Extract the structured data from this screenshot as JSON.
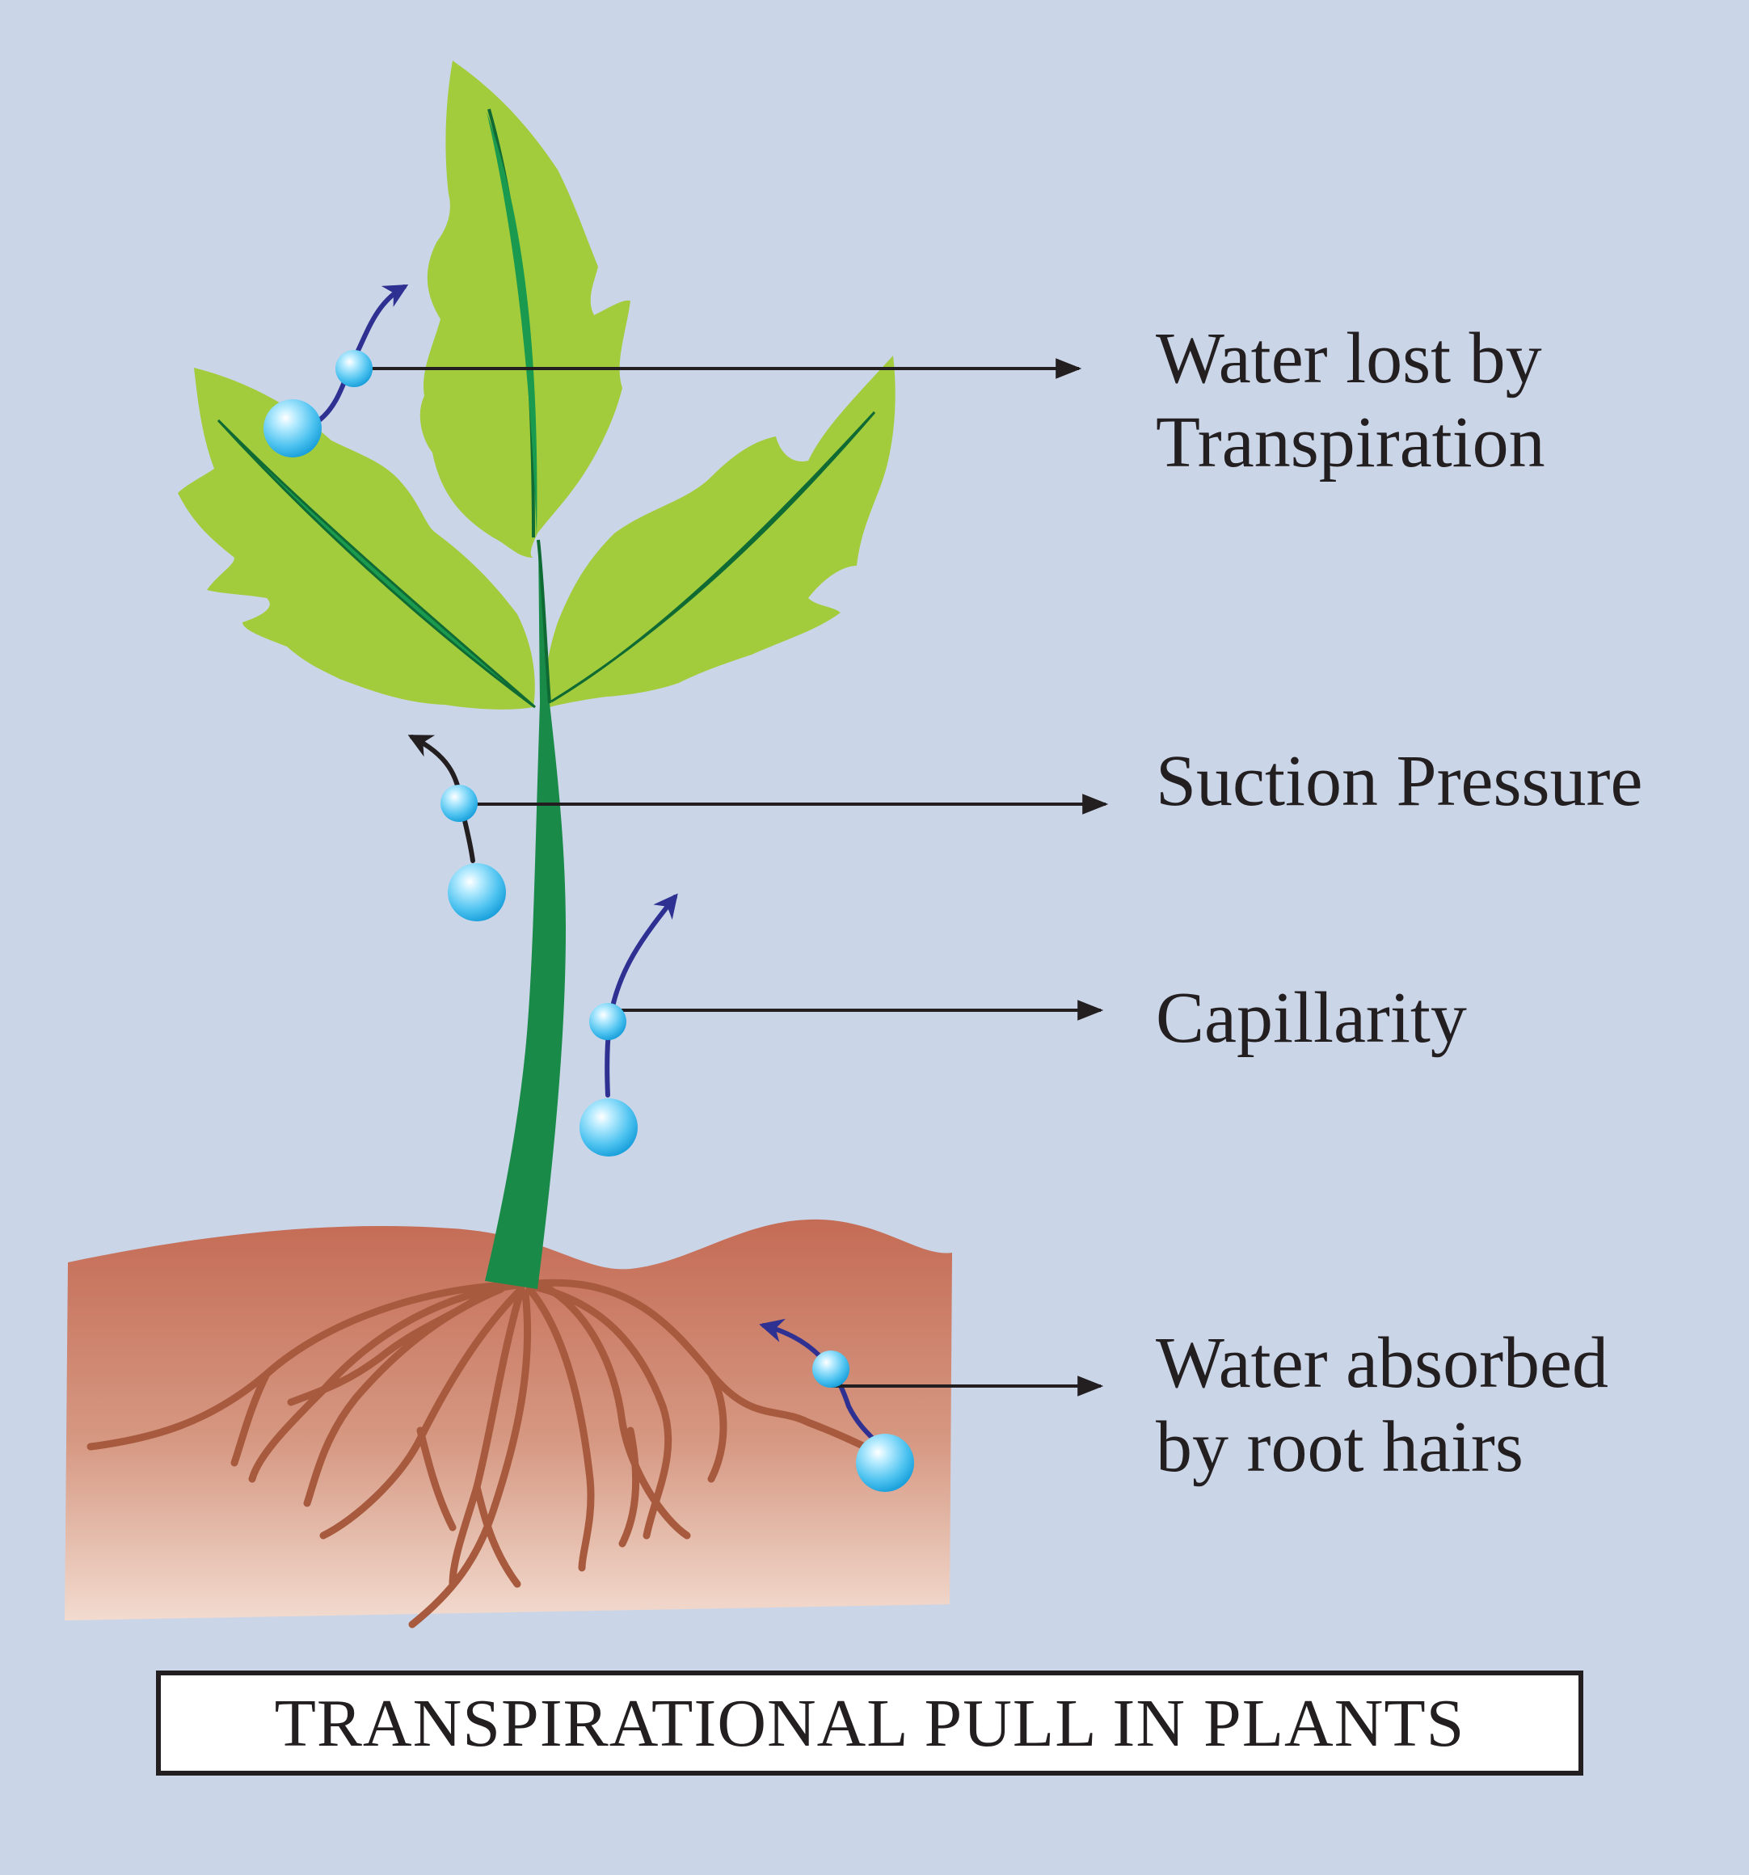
{
  "labels": {
    "transpiration": {
      "line1": "Water lost by",
      "line2": "Transpiration"
    },
    "suction": {
      "line1": "Suction Pressure"
    },
    "capillarity": {
      "line1": "Capillarity"
    },
    "absorption": {
      "line1": "Water absorbed",
      "line2": "by root hairs"
    }
  },
  "title": "TRANSPIRATIONAL PULL IN PLANTS",
  "colors": {
    "background": "#cbd5e8",
    "leaf": "#a3cc3c",
    "leaf_vein": "#1a9a4e",
    "stem": "#198a48",
    "soil_top": "#c46b55",
    "soil_bottom": "#f1d8cc",
    "root": "#a85a3e",
    "water_drop": "#4ec3f0",
    "flow_arrow": "#2e3192",
    "pointer_line": "#231f20"
  }
}
